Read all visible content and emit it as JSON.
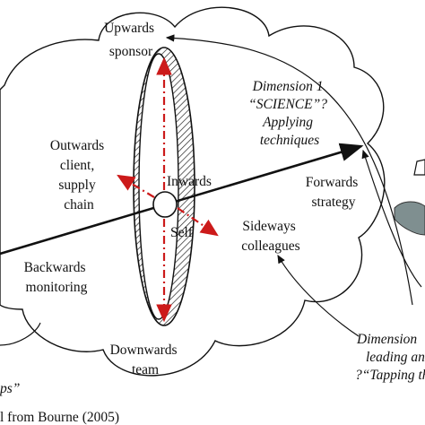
{
  "labels": {
    "upwards": [
      "Upwards",
      "sponsor"
    ],
    "dimension1": [
      "Dimension 1",
      "“SCIENCE”?",
      "Applying",
      "techniques"
    ],
    "outwards": [
      "Outwards",
      "client,",
      "supply",
      "chain"
    ],
    "inwards": "Inwards",
    "forwards": [
      "Forwards",
      "strategy"
    ],
    "self": "Self",
    "sideways": [
      "Sideways",
      "colleagues"
    ],
    "backwards": [
      "Backwards",
      "monitoring"
    ],
    "downwards": [
      "Downwards",
      "team"
    ],
    "dimension2": [
      "Dimension",
      "leading and",
      "?“Tapping the"
    ],
    "bottom_left_fragment": "ps”",
    "source": "l from Bourne (2005)"
  },
  "colors": {
    "ink": "#111111",
    "spoke": "#cc1a1a",
    "hatch": "#222222",
    "figure": "#7f8f90"
  }
}
